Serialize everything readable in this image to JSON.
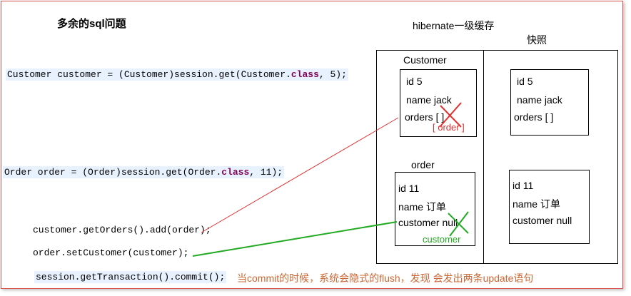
{
  "title": "多余的sql问题",
  "cache_title": "hibernate一级缓存",
  "snapshot_title": "快照",
  "code": {
    "line1_a": "Customer customer = (Customer)session.get(Customer.",
    "line1_kw": "class",
    "line1_b": ", 5);",
    "line2_a": "Order order = (Order)session.get(Order.",
    "line2_kw": "class",
    "line2_b": ", 11);",
    "line3": "customer.getOrders().add(order);",
    "line4": "order.setCustomer(customer);",
    "line5": "session.getTransaction().commit();"
  },
  "customer_section_label": "Customer",
  "order_section_label": "order",
  "cache_customer": {
    "id": "id  5",
    "name": "name   jack",
    "orders": "orders  [ ]",
    "new_orders": "[ order ]"
  },
  "snap_customer": {
    "id": "id  5",
    "name": "name   jack",
    "orders": "orders  [ ]"
  },
  "cache_order": {
    "id": "id  11",
    "name": "name 订单",
    "customer": "customer  null",
    "new_customer": "customer"
  },
  "snap_order": {
    "id": "id  11",
    "name": "name 订单",
    "customer": "customer  null"
  },
  "note": "当commit的时候，系统会隐式的flush，发现  会发出两条update语句",
  "colors": {
    "border": "#d9534f",
    "red_line": "#e03030",
    "green_line": "#22aa22",
    "keyword": "#7f0055",
    "note": "#cc6633"
  }
}
